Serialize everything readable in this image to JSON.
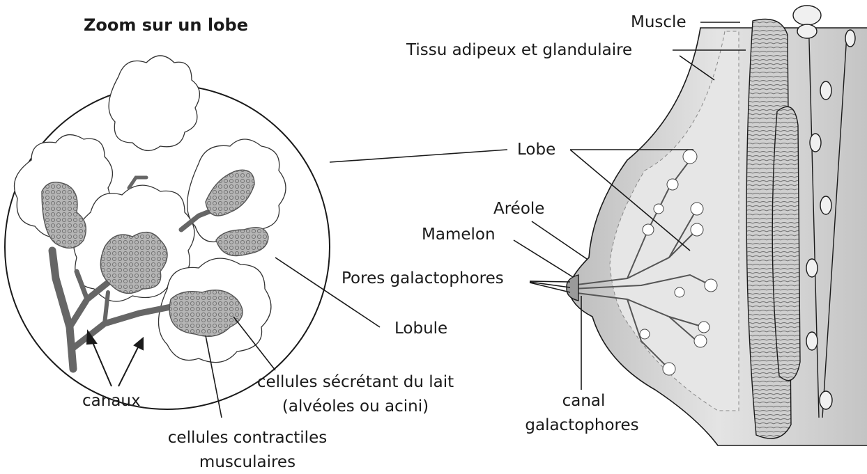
{
  "zoom": {
    "title": "Zoom sur un lobe"
  },
  "labels": {
    "muscle": "Muscle",
    "tissu": "Tissu adipeux et glandulaire",
    "lobe": "Lobe",
    "areole": "Aréole",
    "mamelon": "Mamelon",
    "pores": "Pores galactophores",
    "lobule": "Lobule",
    "canal_line1": "canal",
    "canal_line2": "galactophores",
    "canaux": "canaux",
    "secretant_line1": "cellules sécrétant du lait",
    "secretant_line2": "(alvéoles ou acini)",
    "contractiles_line1": "cellules contractiles",
    "contractiles_line2": "musculaires"
  },
  "colors": {
    "line": "#1a1a1a",
    "duct": "#666666",
    "tissue": "#d9d9d9",
    "tissue_dark": "#9a9a9a",
    "alveoli_fill": "#a8a8a8",
    "background": "#ffffff"
  }
}
